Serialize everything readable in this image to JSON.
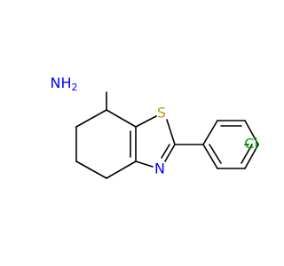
{
  "molecule": {
    "atoms": {
      "amine": {
        "label": "NH",
        "subscript": "2",
        "color": "#0000ff"
      },
      "sulfur": {
        "label": "S",
        "color": "#b8a000"
      },
      "nitrogen": {
        "label": "N",
        "color": "#0000ff"
      },
      "chlorine": {
        "label": "Cl",
        "color": "#00b000"
      }
    },
    "bond_color": "#000000",
    "background": "#ffffff"
  }
}
